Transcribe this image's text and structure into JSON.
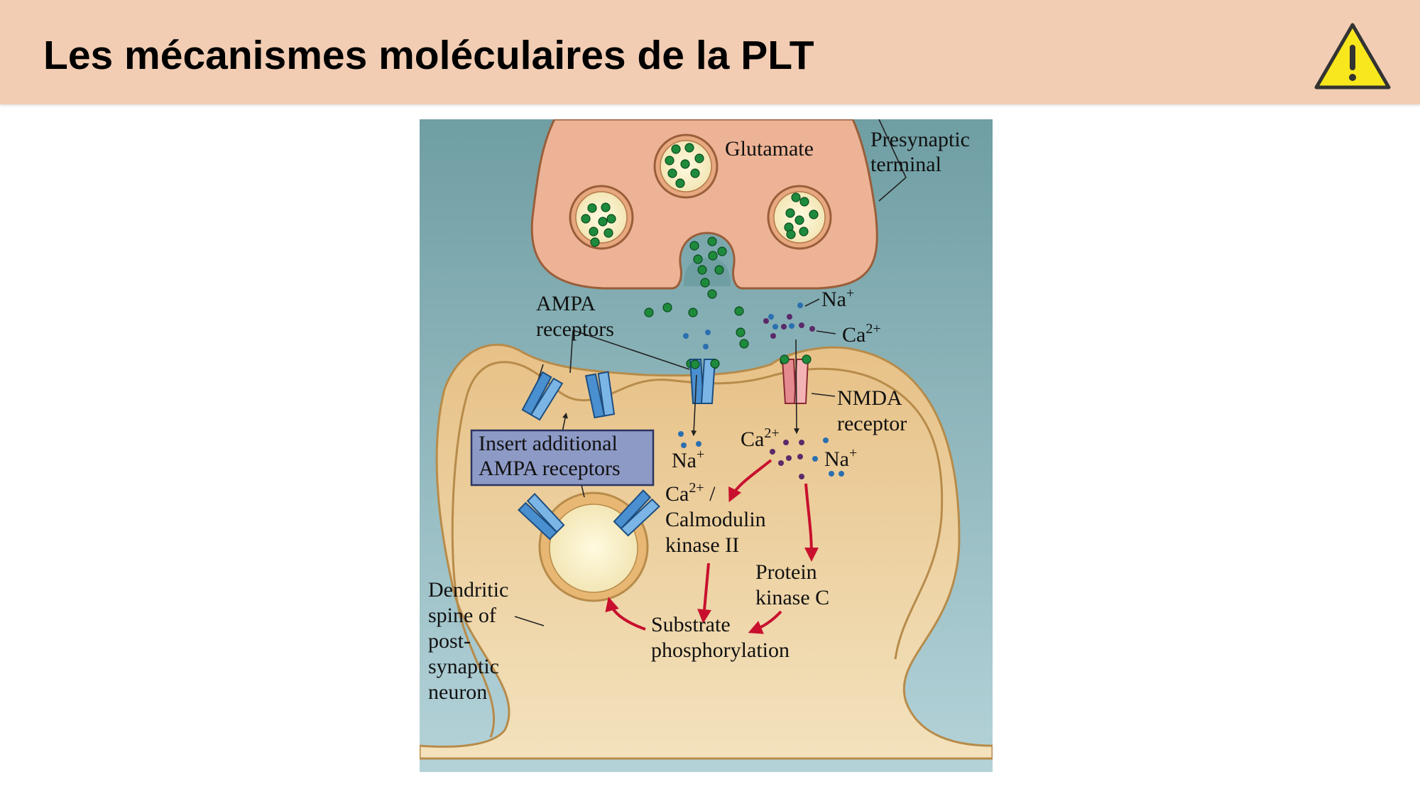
{
  "slide": {
    "title": "Les mécanismes moléculaires de la PLT",
    "icon": "warning-triangle-icon"
  },
  "colors": {
    "header_bg": "#f2cdb3",
    "warning_fill": "#f8e71c",
    "extracellular_top": "#6f9ea3",
    "extracellular_bottom": "#b4d3d9",
    "presynaptic_fill": "#edb396",
    "postsynaptic_fill": "#e9c893",
    "glutamate": "#1e8a3c",
    "sodium": "#2a6fb0",
    "calcium": "#5a2a6a",
    "ampa_receptor": "#4a90d0",
    "nmda_receptor": "#e58a8f",
    "arrow_red": "#c8102e",
    "insert_box": "#8e9ac6"
  },
  "diagram": {
    "labels": {
      "glutamate": "Glutamate",
      "presynaptic_line1": "Presynaptic",
      "presynaptic_line2": "terminal",
      "ampa_line1": "AMPA",
      "ampa_line2": "receptors",
      "na_top": "Na",
      "ca_top": "Ca",
      "nmda_line1": "NMDA",
      "nmda_line2": "receptor",
      "insert_line1": "Insert additional",
      "insert_line2": "AMPA receptors",
      "na_left": "Na",
      "ca_mid": "Ca",
      "na_right": "Na",
      "camk_line1": "Ca",
      "camk_slash": " /",
      "camk_line2": "Calmodulin",
      "camk_line3": "kinase II",
      "pkc_line1": "Protein",
      "pkc_line2": "kinase C",
      "substrate_line1": "Substrate",
      "substrate_line2": "phosphorylation",
      "dendritic_line1": "Dendritic",
      "dendritic_line2": "spine of",
      "dendritic_line3": "post-",
      "dendritic_line4": "synaptic",
      "dendritic_line5": "neuron"
    },
    "superscripts": {
      "plus": "+",
      "two_plus": "2+"
    }
  }
}
